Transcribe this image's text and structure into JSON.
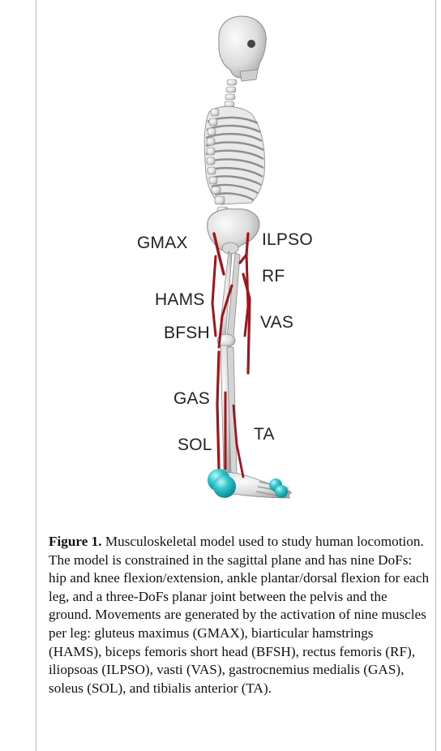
{
  "figure": {
    "labels": {
      "gmax": "GMAX",
      "ilpso": "ILPSO",
      "rf": "RF",
      "hams": "HAMS",
      "vas": "VAS",
      "bfsh": "BFSH",
      "gas": "GAS",
      "ta": "TA",
      "sol": "SOL"
    },
    "colors": {
      "muscle": "#a0151c",
      "bone": "#e2e2e2",
      "contact_sphere": "#22c3c9"
    }
  },
  "caption": {
    "lead": "Figure 1.",
    "text": " Musculoskeletal model used to study human locomotion. The model is constrained in the sagittal plane and has nine DoFs: hip and knee flexion/extension, ankle plantar/dorsal flexion for each leg, and a three-DoFs planar joint between the pelvis and the ground. Movements are generated by the activation of nine muscles per leg: gluteus maximus (GMAX), biarticular hamstrings (HAMS), biceps femoris short head (BFSH), rectus femoris (RF), iliopsoas (ILPSO), vasti (VAS), gastrocnemius medialis (GAS), soleus (SOL), and tibialis anterior (TA)."
  }
}
